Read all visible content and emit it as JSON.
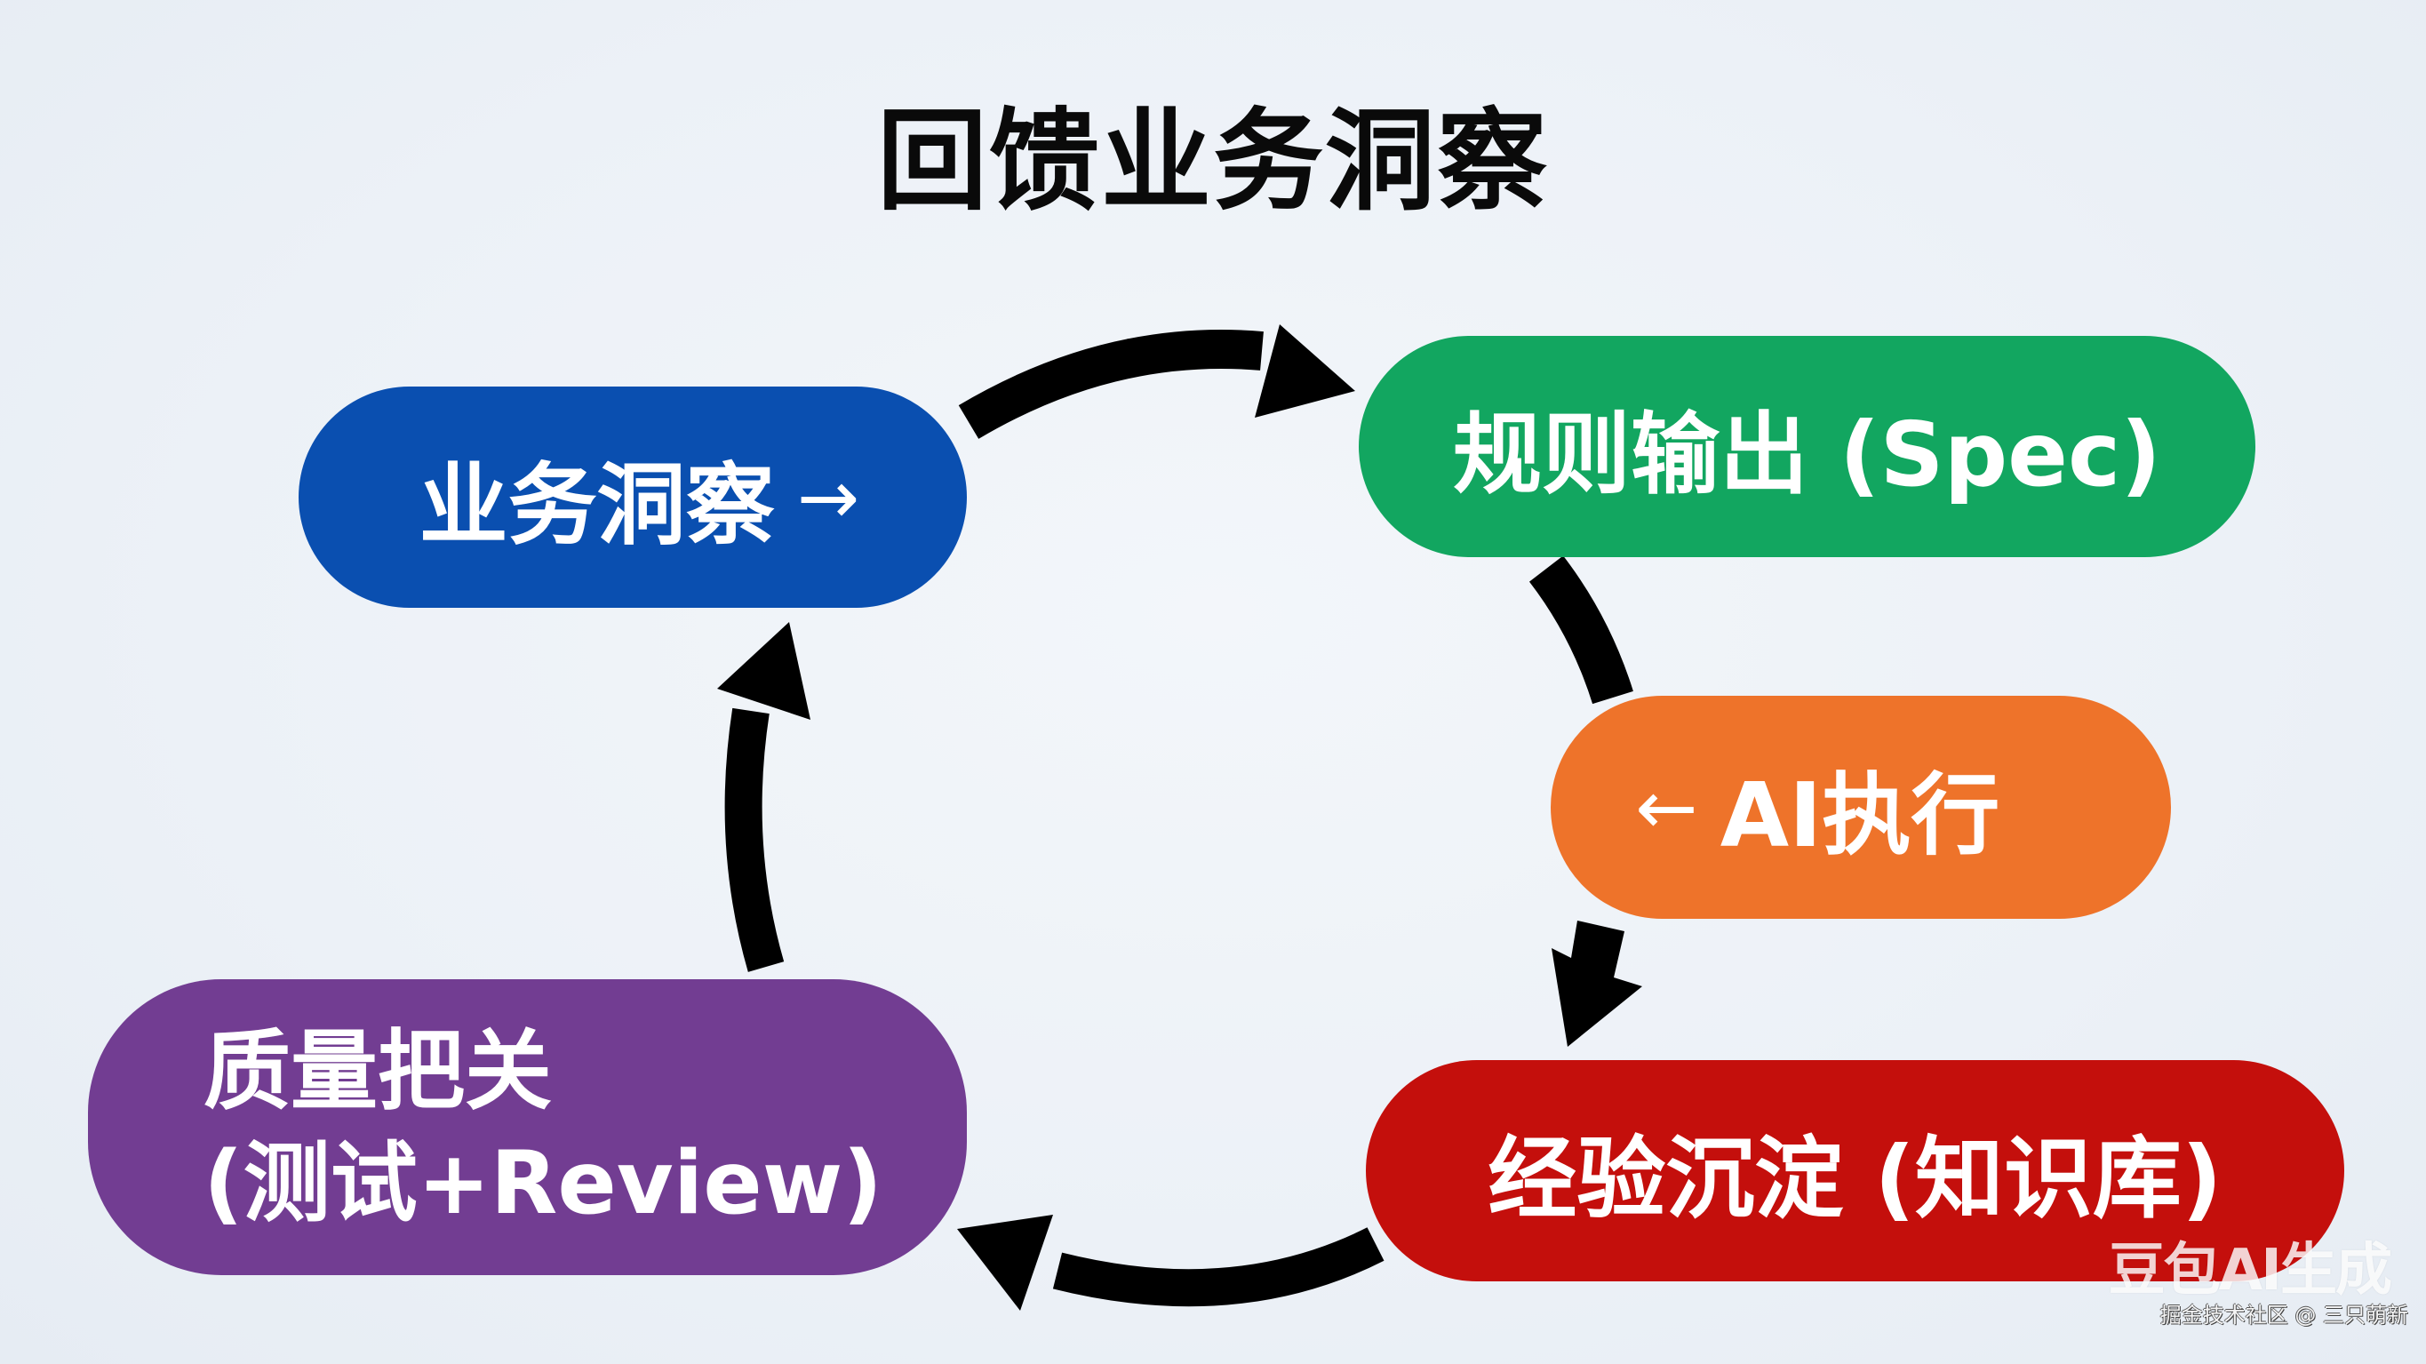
{
  "title": "回馈业务洞察",
  "nodes": {
    "business_insight": {
      "label": "业务洞察",
      "arrow": "→",
      "color": "#0a4fb0"
    },
    "spec_output": {
      "label": "规则输出 (Spec)",
      "color": "#12a660"
    },
    "ai_execute": {
      "arrow": "←",
      "label": "AI执行",
      "color": "#ee732a"
    },
    "experience": {
      "label": "经验沉淀 (知识库)",
      "color": "#c40f0c"
    },
    "quality_gate": {
      "line1": "质量把关",
      "line2": "(测试+Review)",
      "color": "#723d92"
    }
  },
  "cycle_order": [
    "业务洞察",
    "规则输出 (Spec)",
    "AI执行",
    "经验沉淀 (知识库)",
    "质量把关"
  ],
  "arrow_color": "#000000",
  "background_color": "#eef2f7",
  "watermark": {
    "logo": "豆包AI生成",
    "credit": "掘金技术社区 @ 三只萌新"
  }
}
